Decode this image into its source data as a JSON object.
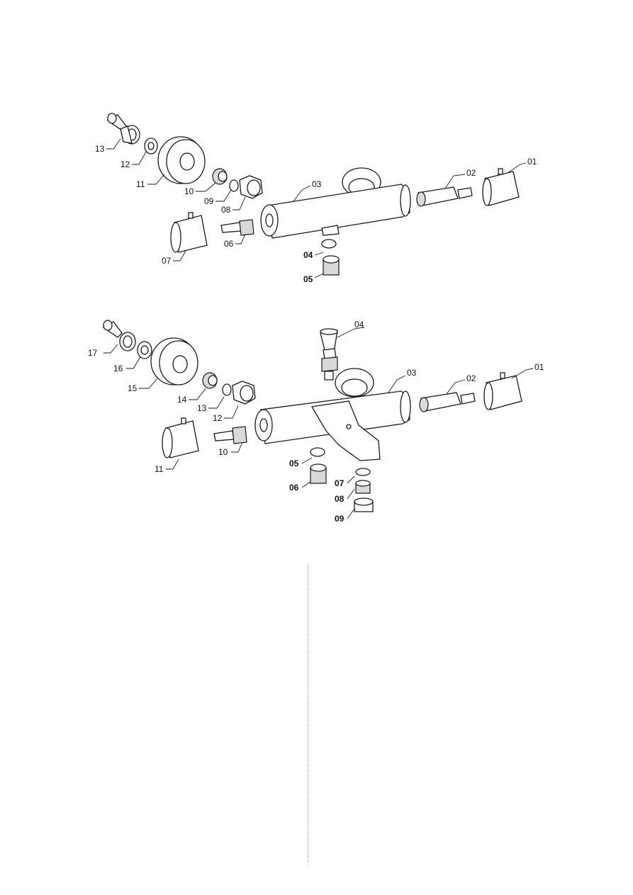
{
  "diagram_top": {
    "labels": {
      "p01": "01",
      "p02": "02",
      "p03": "03",
      "p04": "04",
      "p05": "05",
      "p06": "06",
      "p07": "07",
      "p08": "08",
      "p09": "09",
      "p10": "10",
      "p11": "11",
      "p12": "12",
      "p13": "13"
    }
  },
  "diagram_bottom": {
    "labels": {
      "p01": "01",
      "p02": "02",
      "p03": "03",
      "p04": "04",
      "p05": "05",
      "p06": "06",
      "p07": "07",
      "p08": "08",
      "p09": "09",
      "p10": "10",
      "p11": "11",
      "p12": "12",
      "p13": "13",
      "p14": "14",
      "p15": "15",
      "p16": "16",
      "p17": "17"
    }
  },
  "colors": {
    "line": "#1a1a1a",
    "divider": "#9a9a9a",
    "background": "#ffffff"
  }
}
